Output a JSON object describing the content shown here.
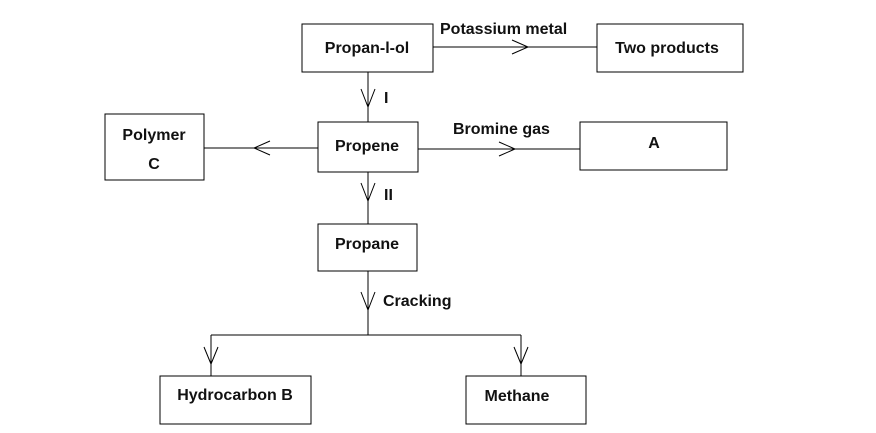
{
  "nodes": {
    "propanol": "Propan-l-ol",
    "two_products": "Two products",
    "propene": "Propene",
    "polymer_line1": "Polymer",
    "polymer_line2": "C",
    "a": "A",
    "propane": "Propane",
    "hydrocarbon_b": "Hydrocarbon B",
    "methane": "Methane"
  },
  "edges": {
    "potassium": "Potassium metal",
    "step_1": "I",
    "bromine": "Bromine gas",
    "step_2": "II",
    "cracking": "Cracking"
  }
}
